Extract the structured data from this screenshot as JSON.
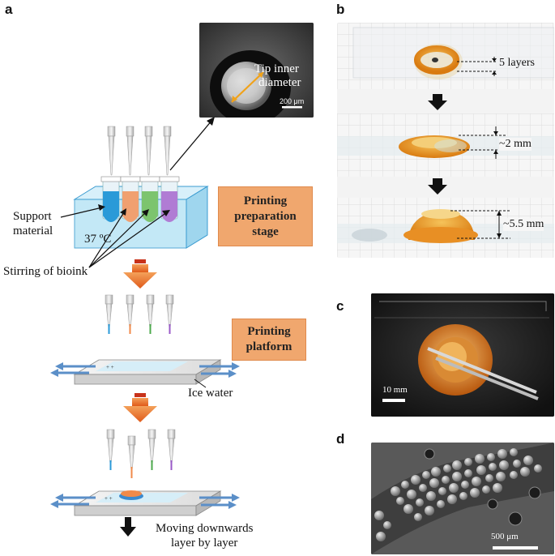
{
  "panels": {
    "a": "a",
    "b": "b",
    "c": "c",
    "d": "d"
  },
  "panel_a": {
    "sem_inset": {
      "label": "Tip inner\ndiameter",
      "line1": "Tip inner",
      "line2": "diameter",
      "scale": "200 μm"
    },
    "support_material": {
      "line1": "Support",
      "line2": "material"
    },
    "temperature": "37 ºC",
    "stirring": "Stirring of bioink",
    "prep_stage": {
      "line1": "Printing",
      "line2": "preparation",
      "line3": "stage"
    },
    "platform": {
      "line1": "Printing",
      "line2": "platform"
    },
    "ice_water": "Ice water",
    "moving": {
      "line1": "Moving downwards",
      "line2": "layer by layer"
    }
  },
  "panel_b": {
    "labels": [
      "5 layers",
      "~2 mm",
      "~5.5 mm"
    ]
  },
  "panel_c": {
    "scale": "10 mm"
  },
  "panel_d": {
    "scale": "500 μm"
  },
  "colors": {
    "bioink_blue": "#2a9ad8",
    "bioink_orange": "#f08a4a",
    "bioink_green": "#4caa4c",
    "bioink_purple": "#9a5ac8",
    "box_orange": "#f0a76e",
    "arrow_orange": "#e8641e",
    "water_blue": "#bfe6f4",
    "flow_arrow": "#5b8fc8"
  }
}
